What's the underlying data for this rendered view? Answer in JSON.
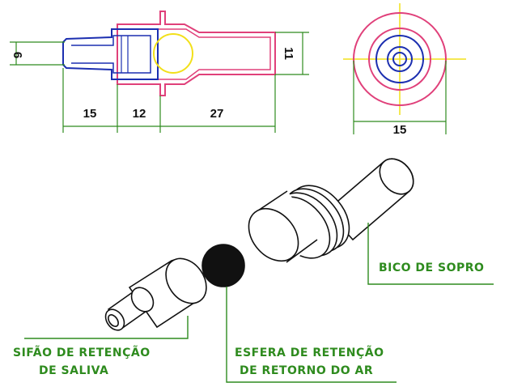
{
  "dimensions": {
    "d6": "6",
    "d11": "11",
    "d15": "15",
    "d12": "12",
    "d27": "27",
    "d15_right": "15"
  },
  "labels": {
    "bico": "BICO DE SOPRO",
    "sifao_line1": "SIFÃO DE RETENÇÃO",
    "sifao_line2": "DE SALIVA",
    "esfera_line1": "ESFERA DE RETENÇÃO",
    "esfera_line2": "DE RETORNO DO AR"
  },
  "colors": {
    "green": "#2e8b1e",
    "pink": "#e0407a",
    "blue": "#1c2fb0",
    "yellow": "#f2e01a",
    "black": "#111111"
  }
}
